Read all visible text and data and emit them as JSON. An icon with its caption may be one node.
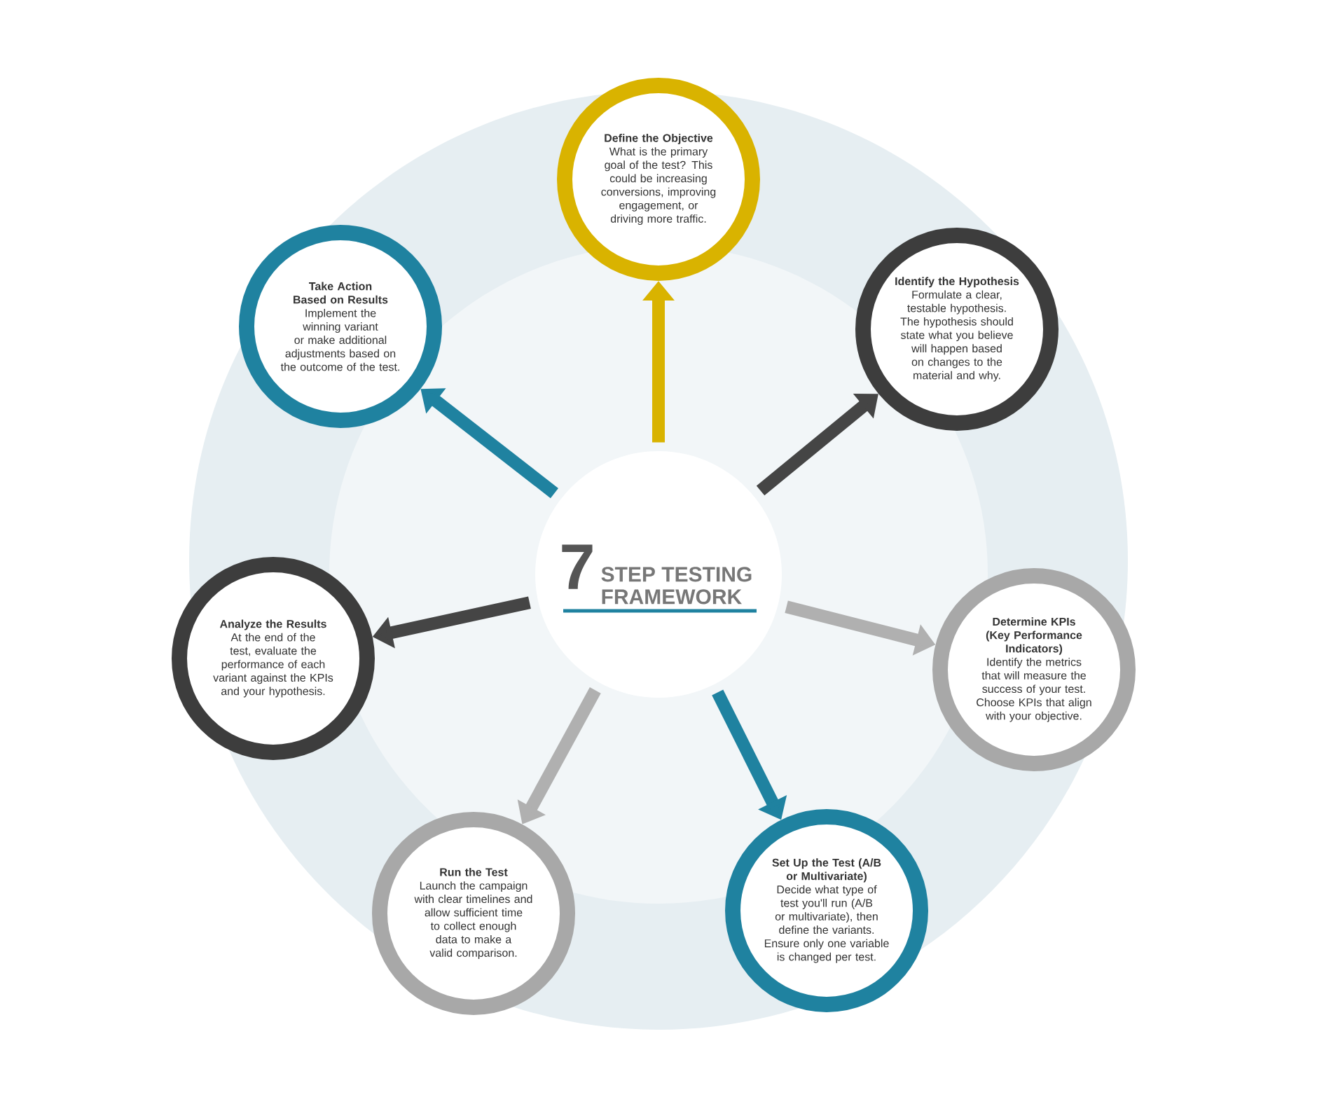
{
  "diagram": {
    "nodes": [
      {
        "text": [
          "7",
          "STEP TESTING FRAMEWORK"
        ]
      },
      {
        "text": [
          "Define the Objective",
          "What is the primary goal of the test? This could be increasing conversions, improving engagement, or driving more traffic."
        ]
      },
      {
        "text": [
          "Identify the Hypothesis",
          "Formulate a clear, testable hypothesis. The hypothesis should state what you believe will happen based on changes to the material and why."
        ]
      },
      {
        "text": [
          "Determine KPIs (Key Performance Indicators)",
          "Identify the metrics that will measure the success of your test. Choose KPIs that align with your objective."
        ]
      },
      {
        "text": [
          "Set Up the Test (A/B or Multivariate)",
          "Decide what type of test you'll run (A/B or multivariate), then define the variants. Ensure only one variable is changed per test."
        ]
      },
      {
        "text": [
          "Run the Test",
          "Launch the campaign with clear timelines and allow sufficient time to collect enough data to make a valid comparison."
        ]
      },
      {
        "text": [
          "Analyze the Results",
          "At the end of the test, evaluate the performance of each variant against the KPIs and your hypothesis."
        ]
      },
      {
        "text": [
          "Take Action Based on Results",
          "Implement the winning variant or make additional adjustments based on the outcome of the test."
        ]
      }
    ],
    "edges": [
      {
        "from": 0,
        "to": 1,
        "arrow": "to",
        "color": "#d9b300"
      },
      {
        "from": 0,
        "to": 2,
        "arrow": "to",
        "color": "#454545"
      },
      {
        "from": 0,
        "to": 3,
        "arrow": "to",
        "color": "#b0b0b0"
      },
      {
        "from": 0,
        "to": 4,
        "arrow": "to",
        "color": "#1f82a0"
      },
      {
        "from": 0,
        "to": 5,
        "arrow": "to",
        "color": "#b0b0b0"
      },
      {
        "from": 0,
        "to": 6,
        "arrow": "to",
        "color": "#454545"
      },
      {
        "from": 0,
        "to": 7,
        "arrow": "to",
        "color": "#1f82a0"
      }
    ]
  }
}
